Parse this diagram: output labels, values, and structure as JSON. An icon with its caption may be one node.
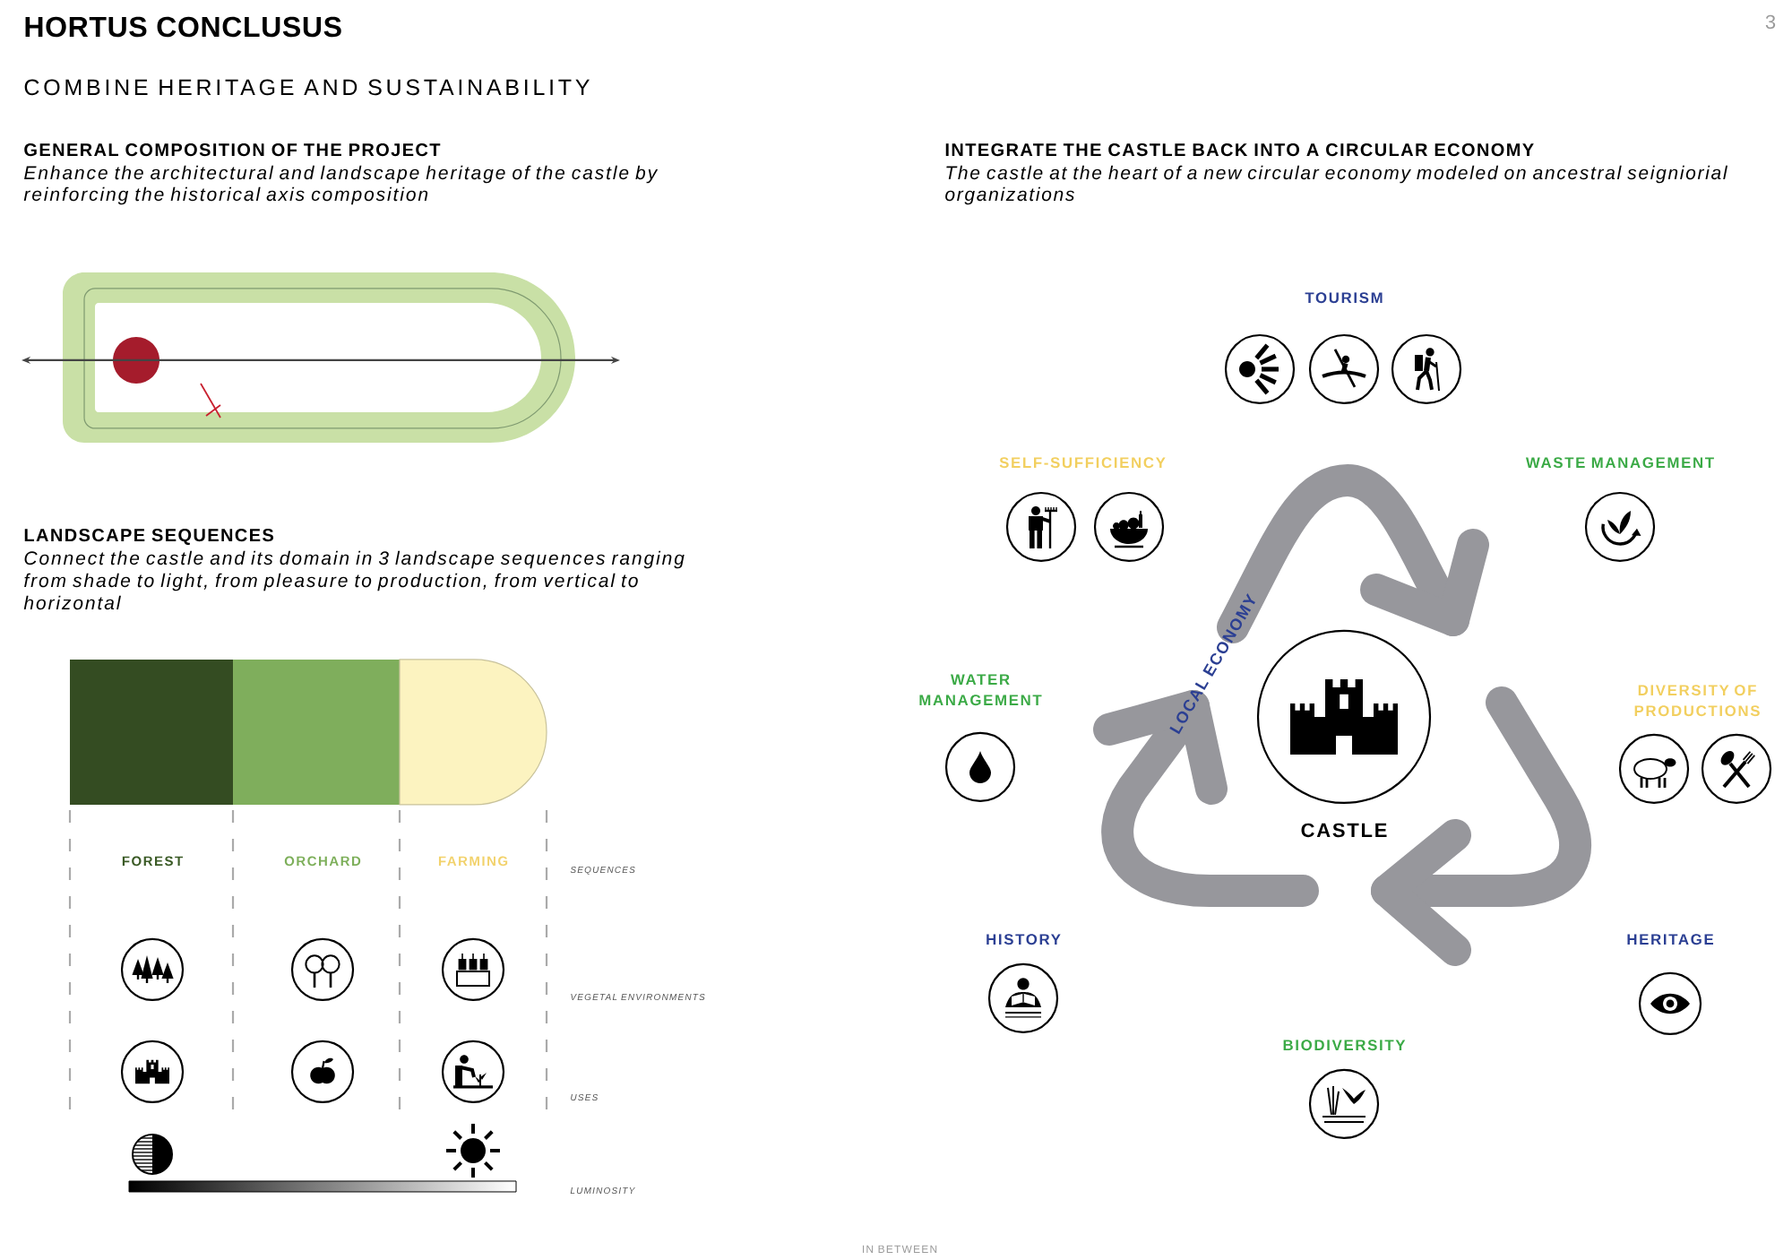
{
  "diagram": {
    "title": "HORTUS CONCLUSUS",
    "nodes": [
      {
        "text": [
          "FOREST"
        ]
      },
      {
        "text": [
          "ORCHARD"
        ]
      },
      {
        "text": [
          "FARMING"
        ]
      },
      {
        "text": [
          "CASTLE"
        ]
      }
    ],
    "labels": [
      "3",
      "COMBINE HERITAGE AND SUSTAINABILITY",
      "GENERAL COMPOSITION OF THE PROJECT",
      "Enhance the architectural and landscape heritage of the castle by reinforcing the historical axis composition",
      "LANDSCAPE SEQUENCES",
      "Connect the castle and its domain in 3 landscape sequences ranging from shade to light, from pleasure to production, from vertical to horizontal",
      "SEQUENCES",
      "VEGETAL ENVIRONMENTS",
      "USES",
      "LUMINOSITY",
      "INTEGRATE THE CASTLE BACK INTO A CIRCULAR ECONOMY",
      "The castle at the heart of a new circular economy modeled on ancestral seigniorial organizations",
      "TOURISM",
      "SELF-SUFFICIENCY",
      "WASTE MANAGEMENT",
      "LOCAL ECONOMY",
      "WATER MANAGEMENT",
      "DIVERSITY OF PRODUCTIONS",
      "HISTORY",
      "HERITAGE",
      "BIODIVERSITY",
      "IN BETWEEN"
    ]
  }
}
